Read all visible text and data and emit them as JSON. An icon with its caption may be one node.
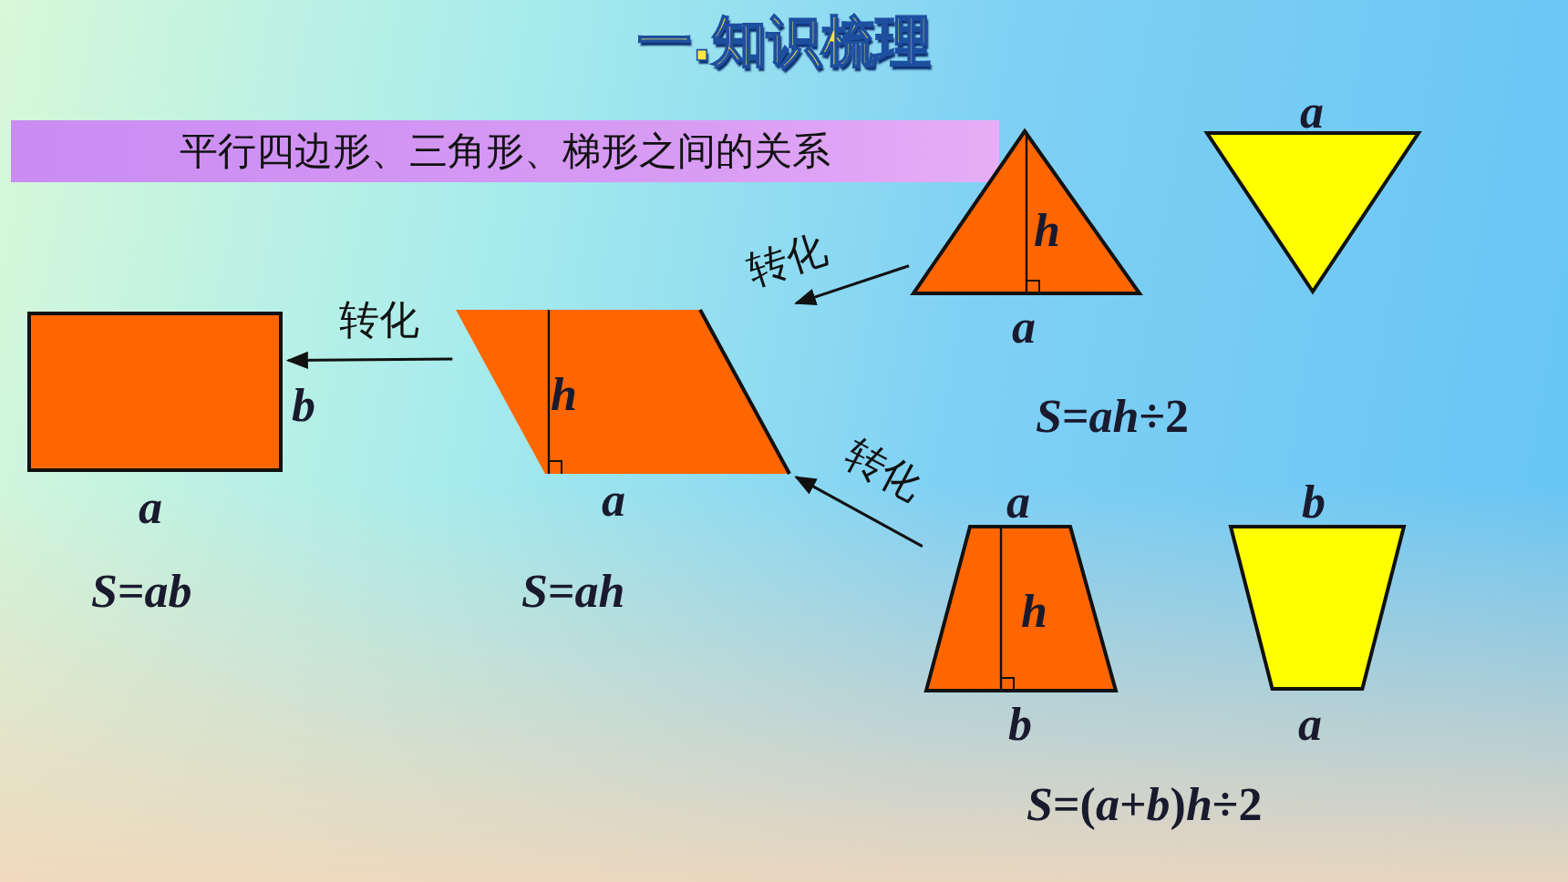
{
  "diagram": {
    "title": "一.知识梳理",
    "nodes": [
      {
        "text": [
          "平行四边形、三角形、梯形之间的关系"
        ]
      },
      {
        "text": [],
        "shape": "box",
        "beside": [
          "b",
          "a",
          "*S*=*ab*"
        ]
      },
      {
        "text": [
          "h"
        ],
        "beside": [
          "a",
          "*S*=*ah*"
        ]
      },
      {
        "text": [
          "h"
        ],
        "beside": [
          "a"
        ]
      },
      {
        "text": [],
        "shape": "triangle",
        "beside": [
          "a"
        ]
      },
      {
        "text": [
          "h"
        ],
        "beside": [
          "a",
          "b"
        ]
      },
      {
        "text": [],
        "shape": "trapezoid",
        "beside": [
          "b",
          "a"
        ]
      }
    ],
    "edges": [
      {
        "from": 2,
        "to": 1,
        "arrow": "to",
        "label": "转化"
      },
      {
        "from": 3,
        "to": 2,
        "arrow": "to",
        "label": "转化"
      },
      {
        "from": 5,
        "to": 2,
        "arrow": "to",
        "label": "转化"
      }
    ],
    "labels": [
      "*S*=*ah*÷2",
      "*S*=(*a*+*b*)*h*÷2"
    ]
  }
}
